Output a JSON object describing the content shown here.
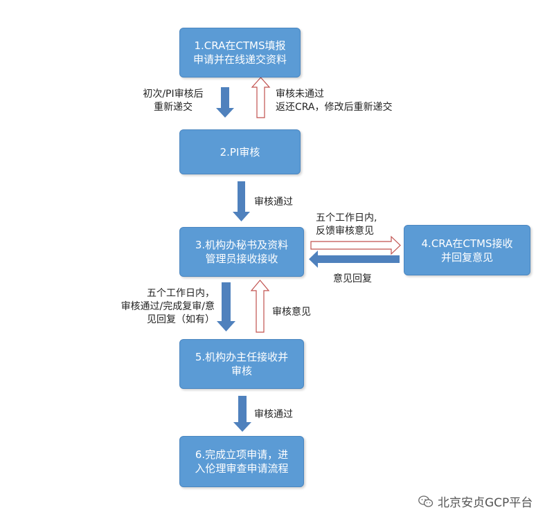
{
  "boxes": {
    "step1": "1.CRA在CTMS填报\n申请并在线递交资料",
    "step2": "2.PI审核",
    "step3": "3.机构办秘书及资料\n管理员接收接收",
    "step4": "4.CRA在CTMS接收\n并回复意见",
    "step5": "5.机构办主任接收并\n审核",
    "step6": "6.完成立项申请，进\n入伦理审查申请流程"
  },
  "labels": {
    "first_submit": "初次/PI审核后\n重新递交",
    "not_approved": "审核未通过\n返还CRA，修改后重新递交",
    "approved_1": "审核通过",
    "feedback": "五个工作日内,\n反馈审核意见",
    "reply": "意见回复",
    "five_days": "五个工作日内，\n审核通过/完成复审/意\n见回复（如有）",
    "review_opinion": "审核意见",
    "approved_2": "审核通过"
  },
  "watermark": {
    "text": "北京安贞GCP平台",
    "icon": "wechat-icon"
  },
  "colors": {
    "box_fill": "#5b9bd5",
    "arrow_solid": "#4f81bd",
    "arrow_outline": "#c0504d"
  }
}
